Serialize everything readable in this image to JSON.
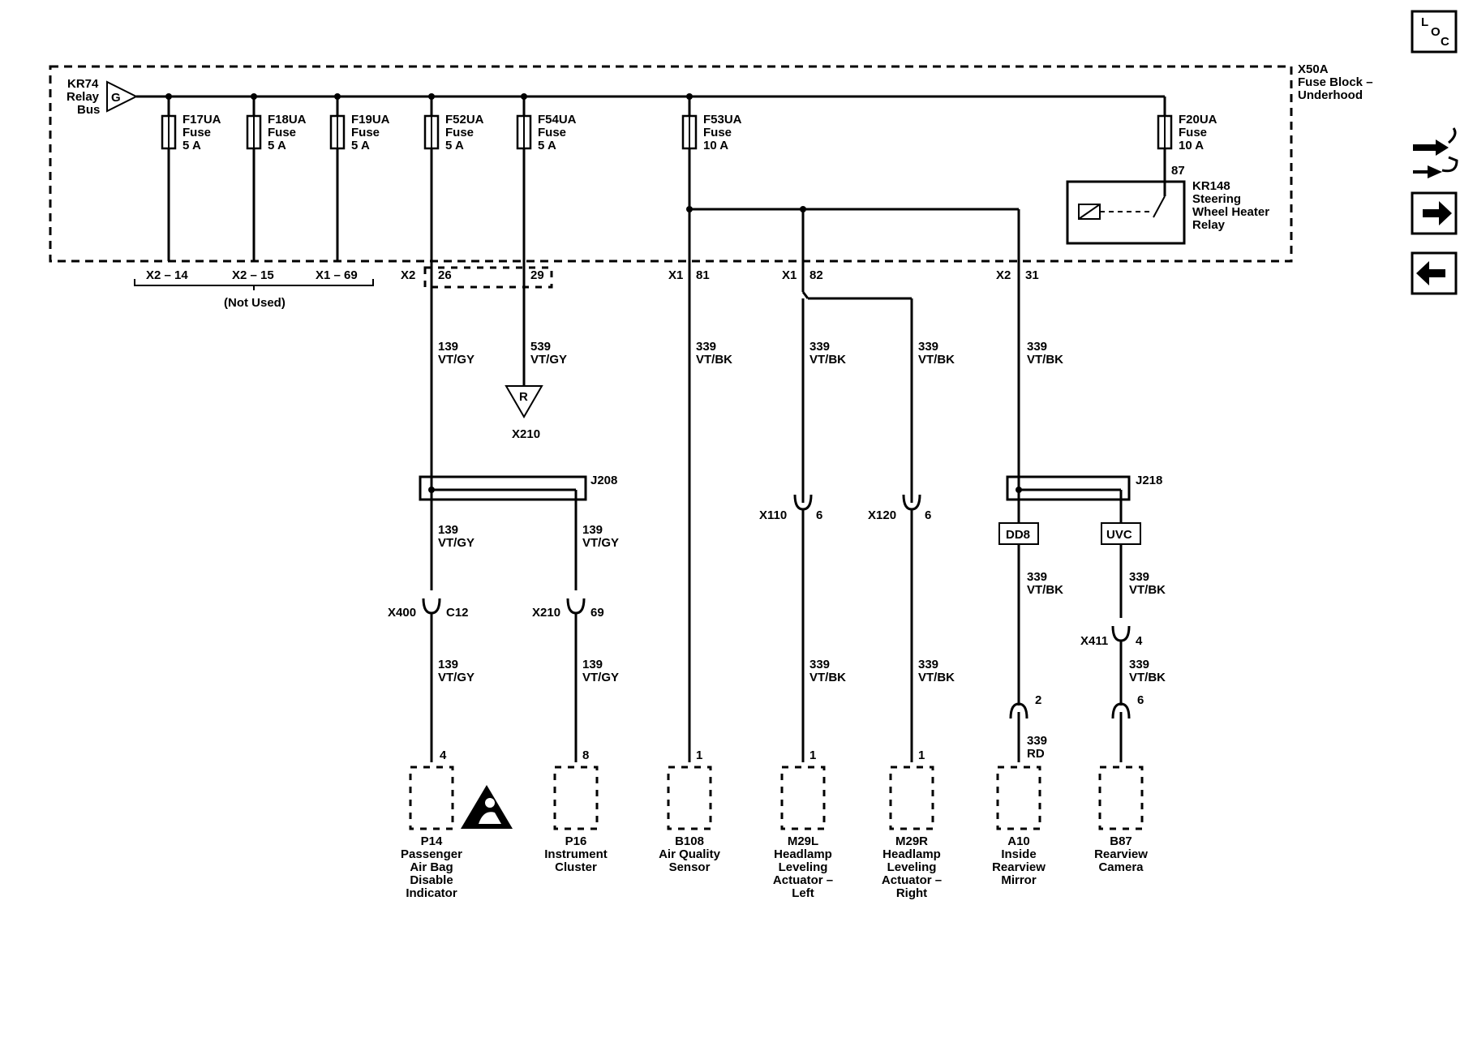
{
  "nav": {
    "loc_letters": [
      "L",
      "O",
      "C"
    ]
  },
  "fuse_block": {
    "name": "X50A",
    "desc1": "Fuse Block –",
    "desc2": "Underhood"
  },
  "relay_bus": {
    "id": "KR74",
    "l1": "Relay",
    "l2": "Bus",
    "ground": "G"
  },
  "fuses": [
    {
      "id": "F17UA",
      "t": "Fuse",
      "r": "5 A"
    },
    {
      "id": "F18UA",
      "t": "Fuse",
      "r": "5 A"
    },
    {
      "id": "F19UA",
      "t": "Fuse",
      "r": "5 A"
    },
    {
      "id": "F52UA",
      "t": "Fuse",
      "r": "5 A"
    },
    {
      "id": "F54UA",
      "t": "Fuse",
      "r": "5 A"
    },
    {
      "id": "F53UA",
      "t": "Fuse",
      "r": "10 A"
    },
    {
      "id": "F20UA",
      "t": "Fuse",
      "r": "10 A"
    }
  ],
  "relay": {
    "pin": "87",
    "l1": "KR148",
    "l2": "Steering",
    "l3": "Wheel Heater",
    "l4": "Relay"
  },
  "not_used": {
    "pins": [
      "X2 – 14",
      "X2 – 15",
      "X1 – 69"
    ],
    "label": "(Not Used)"
  },
  "connectors": [
    {
      "c": "X2",
      "p": "26"
    },
    {
      "p": "29"
    },
    {
      "c": "X1",
      "p": "81"
    },
    {
      "c": "X1",
      "p": "82"
    },
    {
      "c": "X2",
      "p": "31"
    }
  ],
  "wires": [
    {
      "n": "139",
      "c": "VT/GY"
    },
    {
      "n": "539",
      "c": "VT/GY"
    },
    {
      "n": "339",
      "c": "VT/BK"
    },
    {
      "n": "339",
      "c": "VT/BK"
    },
    {
      "n": "339",
      "c": "VT/BK"
    },
    {
      "n": "339",
      "c": "VT/BK"
    },
    {
      "n": "139",
      "c": "VT/GY"
    },
    {
      "n": "139",
      "c": "VT/GY"
    },
    {
      "n": "339",
      "c": "VT/BK"
    },
    {
      "n": "339",
      "c": "VT/BK"
    },
    {
      "n": "139",
      "c": "VT/GY"
    },
    {
      "n": "139",
      "c": "VT/GY"
    },
    {
      "n": "339",
      "c": "VT/BK"
    },
    {
      "n": "339",
      "c": "VT/BK"
    },
    {
      "n": "339",
      "c": "VT/BK"
    },
    {
      "n": "339",
      "c": "RD"
    }
  ],
  "ground": {
    "symbol": "R",
    "name": "X210"
  },
  "splices": [
    {
      "name": "J208"
    },
    {
      "name": "J218"
    }
  ],
  "inline": [
    {
      "c": "X110",
      "p": "6"
    },
    {
      "c": "X120",
      "p": "6"
    },
    {
      "c": "X400",
      "p": "C12"
    },
    {
      "c": "X210",
      "p": "69"
    },
    {
      "c": "X411",
      "p": "4"
    }
  ],
  "tags": [
    "DD8",
    "UVC"
  ],
  "component_pins": [
    "4",
    "8",
    "1",
    "1",
    "1",
    "2",
    "6"
  ],
  "components": [
    {
      "id": "P14",
      "lines": [
        "Passenger",
        "Air Bag",
        "Disable",
        "Indicator"
      ]
    },
    {
      "id": "P16",
      "lines": [
        "Instrument",
        "Cluster"
      ]
    },
    {
      "id": "B108",
      "lines": [
        "Air Quality",
        "Sensor"
      ]
    },
    {
      "id": "M29L",
      "lines": [
        "Headlamp",
        "Leveling",
        "Actuator –",
        "Left"
      ]
    },
    {
      "id": "M29R",
      "lines": [
        "Headlamp",
        "Leveling",
        "Actuator –",
        "Right"
      ]
    },
    {
      "id": "A10",
      "lines": [
        "Inside",
        "Rearview",
        "Mirror"
      ]
    },
    {
      "id": "B87",
      "lines": [
        "Rearview",
        "Camera"
      ]
    }
  ]
}
